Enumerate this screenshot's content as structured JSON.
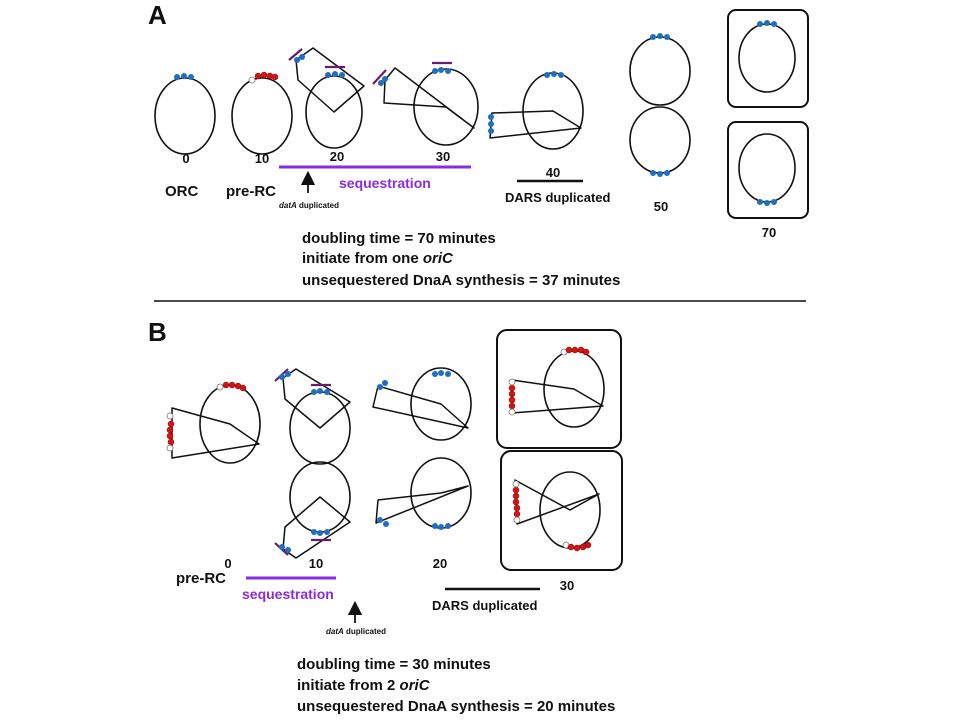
{
  "panelA": {
    "label": "A",
    "times": [
      "0",
      "10",
      "20",
      "30",
      "40",
      "50",
      "70"
    ],
    "ORC": "ORC",
    "preRC": "pre-RC",
    "sequestration": "sequestration",
    "datA_italic": "datA",
    "datA_rest": " duplicated",
    "DARS": "DARS duplicated",
    "summary": {
      "doubling": "doubling time = 70 minutes",
      "initiate_pre": "initiate from one ",
      "initiate_ital": "oriC",
      "unseq": "unsequestered DnaA synthesis = 37 minutes"
    }
  },
  "panelB": {
    "label": "B",
    "times": [
      "0",
      "10",
      "20",
      "30"
    ],
    "preRC": "pre-RC",
    "sequestration": "sequestration",
    "datA_italic": "datA",
    "datA_rest": " duplicated",
    "DARS": "DARS duplicated",
    "summary": {
      "doubling": "doubling time = 30 minutes",
      "initiate_pre": "initiate from 2 ",
      "initiate_ital": "oriC",
      "unseq": "unsequestered DnaA synthesis = 20 minutes"
    }
  },
  "colors": {
    "dnaA": "#1f6fc0",
    "preRC": "#d11414",
    "sequestration": "#8a2be2",
    "hemimethylated_marker": "#6a1b6a"
  }
}
